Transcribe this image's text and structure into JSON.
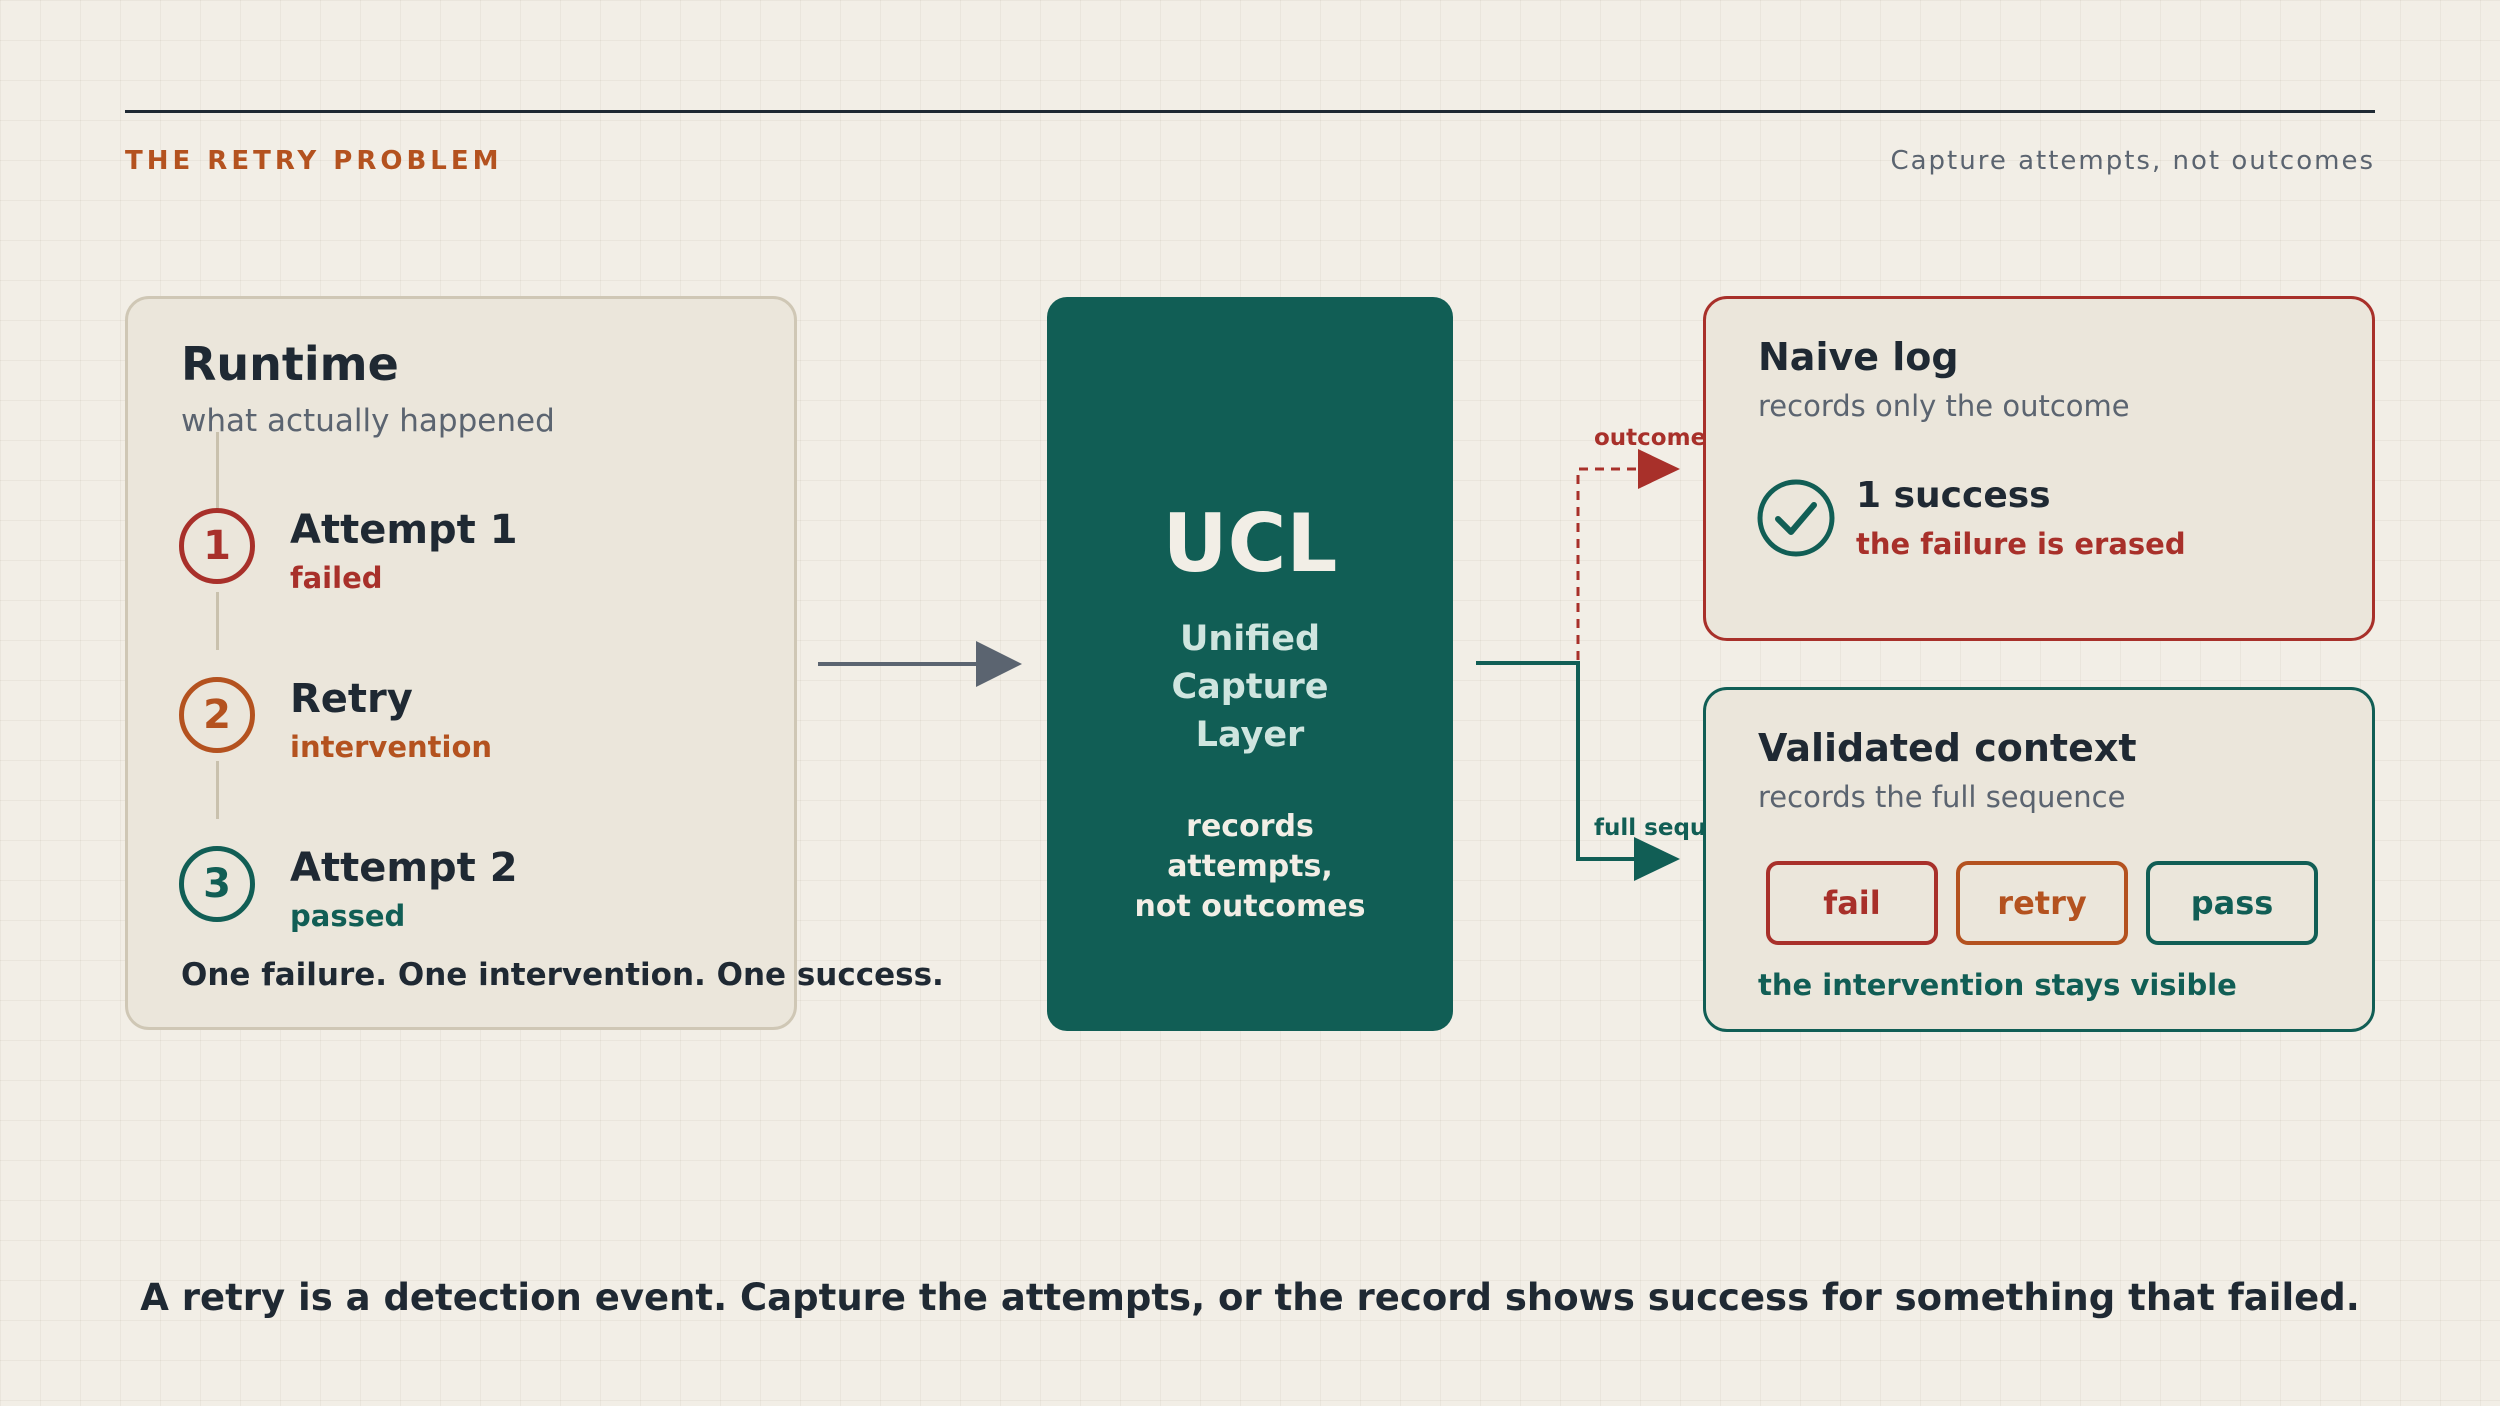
{
  "header": {
    "eyebrow": "THE RETRY PROBLEM",
    "tagline": "Capture attempts, not outcomes"
  },
  "runtime": {
    "title": "Runtime",
    "subtitle": "what actually happened",
    "steps": [
      {
        "number": "1",
        "title": "Attempt 1",
        "status": "failed",
        "color": "#a8302a"
      },
      {
        "number": "2",
        "title": "Retry",
        "status": "intervention",
        "color": "#b4521f"
      },
      {
        "number": "3",
        "title": "Attempt 2",
        "status": "passed",
        "color": "#115e55"
      }
    ],
    "summary": "One failure. One intervention. One success."
  },
  "ucl": {
    "title": "UCL",
    "full_name_lines": [
      "Unified",
      "Capture",
      "Layer"
    ],
    "description_lines": [
      "records",
      "attempts,",
      "not outcomes"
    ],
    "color": "#115e55"
  },
  "edges": {
    "outcome_label": "outcome only",
    "full_label": "full sequence"
  },
  "naive_log": {
    "title": "Naive log",
    "subtitle": "records only the outcome",
    "success_title": "1 success",
    "success_subtitle": "the failure is erased",
    "icon": "check-circle-icon"
  },
  "validated": {
    "title": "Validated context",
    "subtitle": "records the full sequence",
    "pills": [
      {
        "label": "fail",
        "color": "#a8302a"
      },
      {
        "label": "retry",
        "color": "#b4521f"
      },
      {
        "label": "pass",
        "color": "#115e55"
      }
    ],
    "footer": "the intervention stays visible"
  },
  "footer": {
    "takeaway": "A retry is a detection event. Capture the attempts, or the record shows success for something that failed."
  }
}
